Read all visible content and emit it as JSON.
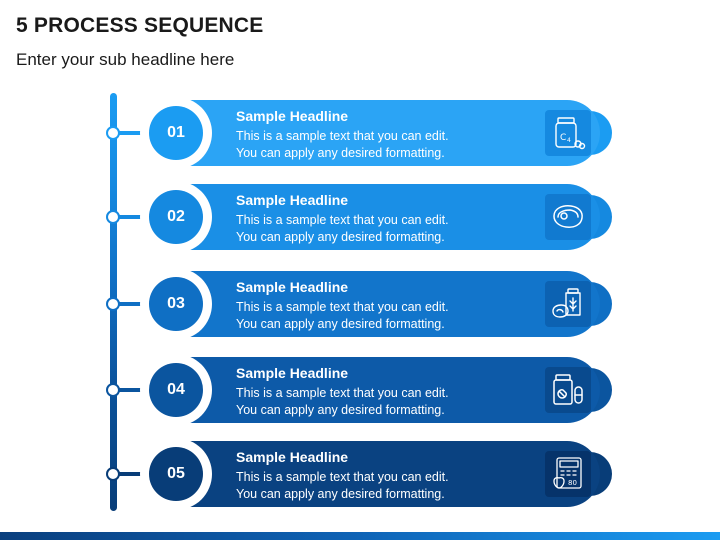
{
  "header": {
    "title": "5 PROCESS SEQUENCE",
    "subtitle": "Enter your sub headline here"
  },
  "steps": [
    {
      "number": "01",
      "headline": "Sample Headline",
      "line1": "This is a sample text that you can edit.",
      "line2": "You can apply any desired formatting.",
      "icon": "medicine-bottle-icon",
      "color": "#1b9cf2",
      "dark": "#1589e0"
    },
    {
      "number": "02",
      "headline": "Sample Headline",
      "line1": "This is a sample text that you can edit.",
      "line2": "You can apply any desired formatting.",
      "icon": "steak-icon",
      "color": "#1589e0",
      "dark": "#117ad0"
    },
    {
      "number": "03",
      "headline": "Sample Headline",
      "line1": "This is a sample text that you can edit.",
      "line2": "You can apply any desired formatting.",
      "icon": "food-jar-icon",
      "color": "#0f6fc4",
      "dark": "#0c62b2"
    },
    {
      "number": "04",
      "headline": "Sample Headline",
      "line1": "This is a sample text that you can edit.",
      "line2": "You can apply any desired formatting.",
      "icon": "pill-bottle-icon",
      "color": "#0b559f",
      "dark": "#094a8e"
    },
    {
      "number": "05",
      "headline": "Sample Headline",
      "line1": "This is a sample text that you can edit.",
      "line2": "You can apply any desired formatting.",
      "icon": "calorie-calculator-icon",
      "color": "#083d78",
      "dark": "#06336a"
    }
  ],
  "colors": {
    "text_dark": "#1a1a1a",
    "light_blue": "#1b9cf2",
    "navy": "#083d78"
  }
}
